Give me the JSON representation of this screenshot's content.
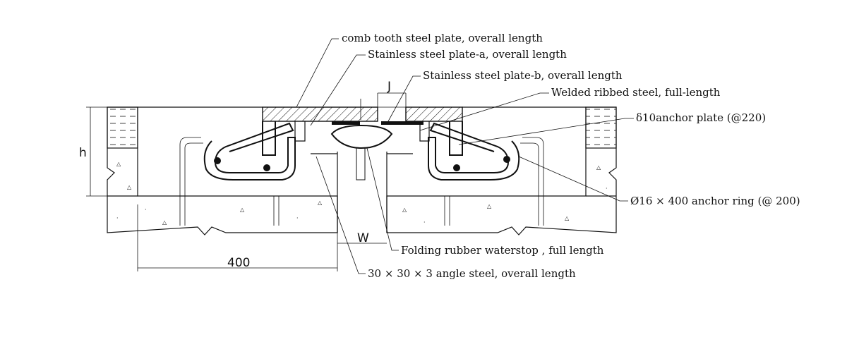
{
  "labels": {
    "comb_plate": "comb tooth steel plate, overall length",
    "stainless_a": "Stainless steel plate-a, overall length",
    "stainless_b": "Stainless steel plate-b, overall length",
    "welded_ribbed": "Welded ribbed steel, full-length",
    "anchor_plate": "δ10anchor plate (@220)",
    "anchor_ring": "Ø16 × 400 anchor ring (@ 200)",
    "waterstop": "Folding rubber waterstop , full length",
    "angle_steel": "30 × 30 × 3 angle steel, overall length"
  },
  "dimensions": {
    "width_400": "400",
    "j": "J",
    "w": "W",
    "h": "h"
  }
}
